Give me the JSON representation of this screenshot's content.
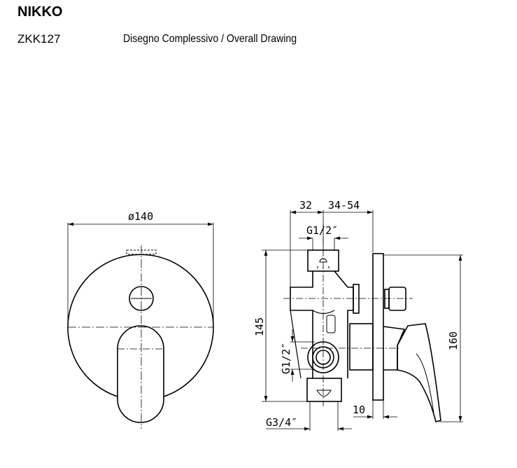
{
  "header": {
    "product_name": "NIKKO",
    "product_code": "ZKK127",
    "drawing_title": "Disegno Complessivo / Overall Drawing"
  },
  "front_view": {
    "diameter_label": "ø140"
  },
  "side_view": {
    "dim_depth_1": "32",
    "dim_depth_2": "34-54",
    "dim_top_outlet": "G1/2″",
    "dim_height_body": "145",
    "dim_side_inlet": "G1/2″",
    "dim_plate_height": "160",
    "dim_plate_thickness": "10",
    "dim_bottom_outlet": "G3/4″"
  }
}
